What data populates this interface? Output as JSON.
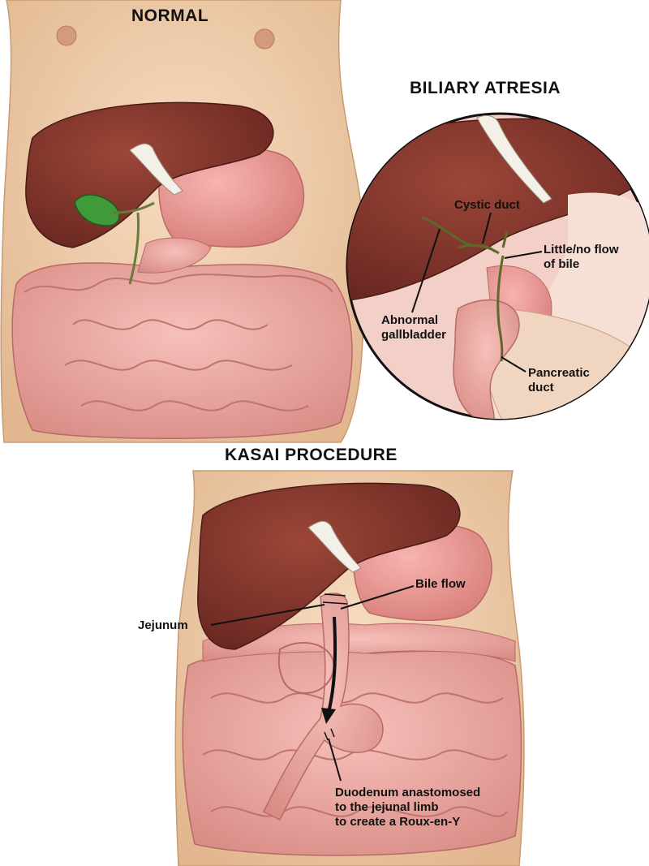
{
  "panels": {
    "normal": {
      "title": "NORMAL"
    },
    "biliary_atresia": {
      "title": "BILIARY ATRESIA",
      "labels": {
        "cystic_duct": "Cystic duct",
        "little_flow": "Little/no flow\nof bile",
        "abnormal_gallbladder": "Abnormal\ngallbladder",
        "pancreatic_duct": "Pancreatic\nduct"
      }
    },
    "kasai": {
      "title": "KASAI PROCEDURE",
      "labels": {
        "bile_flow": "Bile flow",
        "jejunum": "Jejunum",
        "duodenum": "Duodenum anastomosed\nto the jejunal limb\nto create a Roux-en-Y"
      }
    }
  },
  "colors": {
    "skin": "#efcfae",
    "liver": "#8a3a30",
    "stomach": "#e89a98",
    "intestine": "#f0a8a4",
    "gallbladder": "#3f9a3a",
    "duct": "#6a7a3a"
  }
}
